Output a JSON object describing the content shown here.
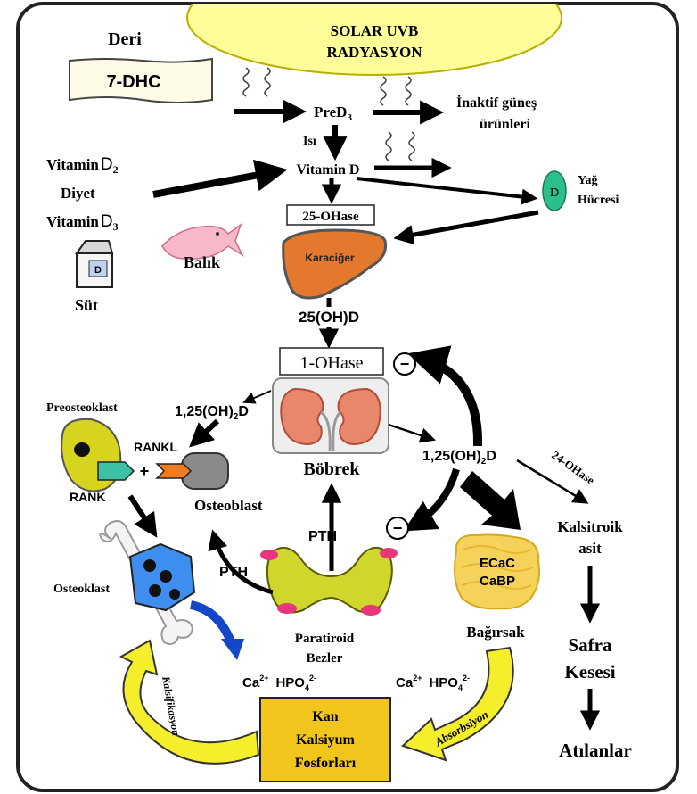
{
  "sun": {
    "line1": "SOLAR UVB",
    "line2": "RADYASYON"
  },
  "skin": {
    "title": "Deri",
    "compound": "7-DHC"
  },
  "nodes": {
    "pred3": "PreD",
    "pred3_sub": "3",
    "inactive_line1": "İnaktif güneş",
    "inactive_line2": "ürünleri",
    "heat": "Isı",
    "vitamin_d": "Vitamin D",
    "fat_cell_letter": "D",
    "fat_cell_line1": "Yağ",
    "fat_cell_line2": "Hücresi",
    "ohase25": "25-OHase",
    "liver": "Karaciğer",
    "ohd25": "25(OH)D",
    "ohase1": "1-OHase",
    "kidney": "Böbrek",
    "calcitriol_left": "1,25(OH)",
    "calcitriol_left_sub": "2",
    "calcitriol_left_tail": "D",
    "calcitriol_right": "1,25(OH)",
    "calcitriol_right_sub": "2",
    "calcitriol_right_tail": "D",
    "ohase24": "24-OHase",
    "calcitroic_line1": "Kalsitroik",
    "calcitroic_line2": "asit",
    "gall_line1": "Safra",
    "gall_line2": "Kesesi",
    "excreted": "Atılanlar",
    "intestine_line1": "ECaC",
    "intestine_line2": "CaBP",
    "intestine": "Bağırsak",
    "parathyroid_line1": "Paratiroid",
    "parathyroid_line2": "Bezler",
    "pth_up": "PTH",
    "pth_left": "PTH",
    "preosteoclast": "Preosteoklast",
    "rankl": "RANKL",
    "rank": "RANK",
    "plus": "+",
    "osteoblast": "Osteoblast",
    "osteoclast": "Osteoklast",
    "ion_left_ca": "Ca",
    "ion_left_ca_sup": "2+",
    "ion_left_po": "HPO",
    "ion_left_po_sub": "4",
    "ion_left_po_sup": "2-",
    "ion_right_ca": "Ca",
    "ion_right_ca_sup": "2+",
    "ion_right_po": "HPO",
    "ion_right_po_sub": "4",
    "ion_right_po_sup": "2-",
    "blood_line1": "Kan",
    "blood_line2": "Kalsiyum",
    "blood_line3": "Fosforları",
    "absorption": "Absorbsiyon",
    "calcification": "Kalsifikasyon",
    "inhibit_symbol": "−"
  },
  "diet": {
    "vitd2": "Vitamin",
    "vitd2_letter": "D",
    "vitd2_sub": "2",
    "diet": "Diyet",
    "vitd3": "Vitamin",
    "vitd3_letter": "D",
    "vitd3_sub": "3",
    "fish": "Balık",
    "milk": "Süt",
    "milk_box_label": "D"
  },
  "colors": {
    "sun": "#fdfd9a",
    "liver": "#e4782d",
    "kidney": "#e9876d",
    "fat_cell": "#2bbf8c",
    "preosteoclast": "#d6d41e",
    "rank_receptor": "#3cc1a5",
    "rankl_ligand": "#f07c1f",
    "osteoblast": "#8a8a8a",
    "osteoclast": "#3e8ef0",
    "parathyroid": "#cfd62c",
    "parathyroid_nodules": "#e8357c",
    "intestine": "#f5d35a",
    "blood_box": "#f2c51c",
    "yellow_arrows": "#f4ee2b",
    "blue_arrow": "#1447c7",
    "fish": "#f7b9c9"
  }
}
